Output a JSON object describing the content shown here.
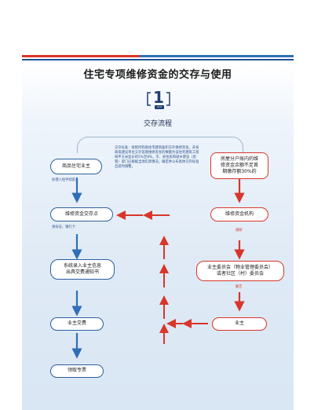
{
  "header": {
    "title": "住宅专项维修资金的交存与使用",
    "unit_number": "1",
    "unit_label": "Unit",
    "section_title": "交存流程"
  },
  "notes": {
    "middle": "交存标准：按照所购商住宅建筑面积交存维修资金。开发商或建设单位交存首期维修资金的数额为该住宅建筑工程每平方米造价的5%至8%，市、县住房和城乡建设（房管）部门应根据当地实际情况，确定并公布具体交存标准且适时调整。"
  },
  "left_column": {
    "box1": "商品住宅业主",
    "sub1": "办理入住手续前",
    "box2": "维修资金交存点",
    "sub2": "身份证、银行卡",
    "box3_line1": "系统录入业主信息",
    "box3_line2": "出具交费通知书",
    "box4": "业主交费",
    "box5": "领取专票"
  },
  "right_column": {
    "box1_line1": "房屋分户账内的维",
    "box1_line2": "修资金余额不足首",
    "box1_line3": "期缴存额30%的",
    "box2": "维修资金机构",
    "sub2": "通知",
    "box3_line1": "业主委员会（物业管理委员会）",
    "box3_line2": "或者社区（村）委员会",
    "sub3": "催告",
    "box4": "业主"
  },
  "colors": {
    "blue": "#2d5f9e",
    "red": "#d8362b",
    "arrow_blue": "#2f6fb7"
  }
}
